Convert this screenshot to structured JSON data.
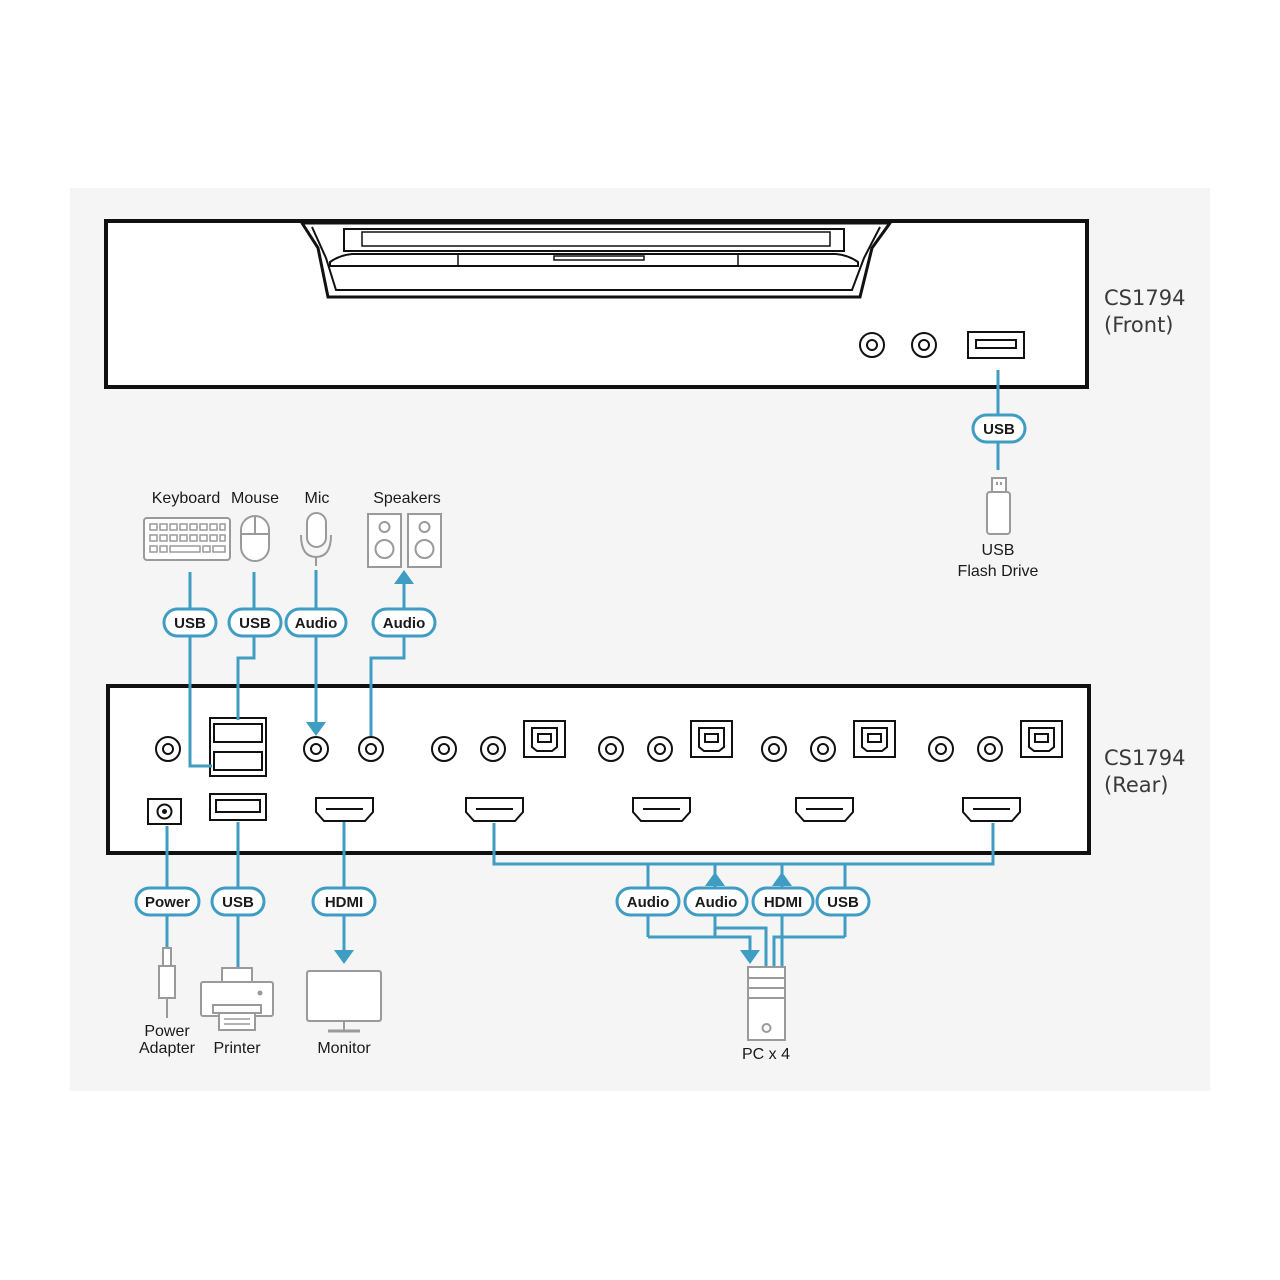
{
  "devices": {
    "front_title_line1": "CS1794",
    "front_title_line2": "(Front)",
    "rear_title_line1": "CS1794",
    "rear_title_line2": "(Rear)"
  },
  "labels": {
    "keyboard": "Keyboard",
    "mouse": "Mouse",
    "mic": "Mic",
    "speakers": "Speakers",
    "usb_flash_line1": "USB",
    "usb_flash_line2": "Flash Drive",
    "power_adapter_line1": "Power",
    "power_adapter_line2": "Adapter",
    "printer": "Printer",
    "monitor": "Monitor",
    "pc": "PC x 4"
  },
  "pills": {
    "front_usb": "USB",
    "keyboard_usb": "USB",
    "mouse_usb": "USB",
    "mic_audio": "Audio",
    "speakers_audio": "Audio",
    "power": "Power",
    "printer_usb": "USB",
    "monitor_hdmi": "HDMI",
    "pc_audio_1": "Audio",
    "pc_audio_2": "Audio",
    "pc_hdmi": "HDMI",
    "pc_usb": "USB"
  },
  "colors": {
    "cable": "#3f9dc4",
    "panel_background": "#f5f5f5",
    "chassis_outline": "#111111",
    "peripheral_outline": "#9a9a9a"
  },
  "icons": {
    "keyboard": "keyboard-icon",
    "mouse": "mouse-icon",
    "mic": "microphone-icon",
    "speakers": "speakers-icon",
    "usb_flash": "usb-flash-drive-icon",
    "power_adapter": "power-adapter-icon",
    "printer": "printer-icon",
    "monitor": "monitor-icon",
    "pc": "pc-tower-icon"
  }
}
